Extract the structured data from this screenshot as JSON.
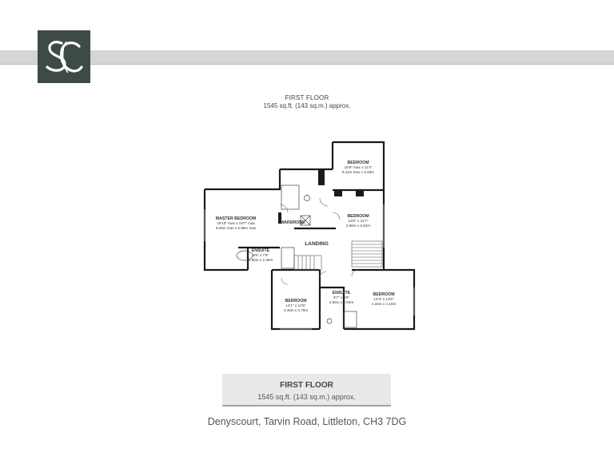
{
  "header": {
    "title": "FIRST FLOOR",
    "area": "1545 sq.ft. (143 sq.m.) approx."
  },
  "logo": {
    "letters": "SC"
  },
  "rooms": {
    "bedroom_top": {
      "name": "BEDROOM",
      "dim_imperial": "16'9\" max x 11'4\"",
      "dim_metric": "5.11m max x 3.46m"
    },
    "bedroom_right_mid": {
      "name": "BEDROOM",
      "dim_imperial": "13'0\" x 11'7\"",
      "dim_metric": "3.96m x 3.52m"
    },
    "master": {
      "name": "MASTER BEDROOM",
      "dim_imperial": "19'10\" max x 19'7\" max",
      "dim_metric": "6.05m max x 5.98m max"
    },
    "wardrobe": {
      "name": "WARDROBE"
    },
    "landing": {
      "name": "LANDING"
    },
    "ensuite_left": {
      "name": "ENSUITE",
      "dim_imperial": "9'8\" x 7'9\"",
      "dim_metric": "2.95m x 2.36m"
    },
    "bedroom_bottom_left": {
      "name": "BEDROOM",
      "dim_imperial": "14'1\" x 12'5\"",
      "dim_metric": "4.30m x 3.78m"
    },
    "ensuite_bottom": {
      "name": "ENSUITE",
      "dim_imperial": "9'7\" x 8'8\"",
      "dim_metric": "2.92m x 2.64m"
    },
    "bedroom_bottom_right": {
      "name": "BEDROOM",
      "dim_imperial": "14'3\" x 13'5\"",
      "dim_metric": "4.34m x 4.10m"
    }
  },
  "footer_label": {
    "title": "FIRST FLOOR",
    "area": "1545 sq.ft. (143 sq.m.) approx."
  },
  "address": "Denyscourt, Tarvin Road, Littleton, CH3 7DG",
  "colors": {
    "logo_bg": "#3e4a45",
    "band": "#d3d6d2",
    "label_bg": "#e8eae7",
    "wall": "#1a1a1a"
  }
}
